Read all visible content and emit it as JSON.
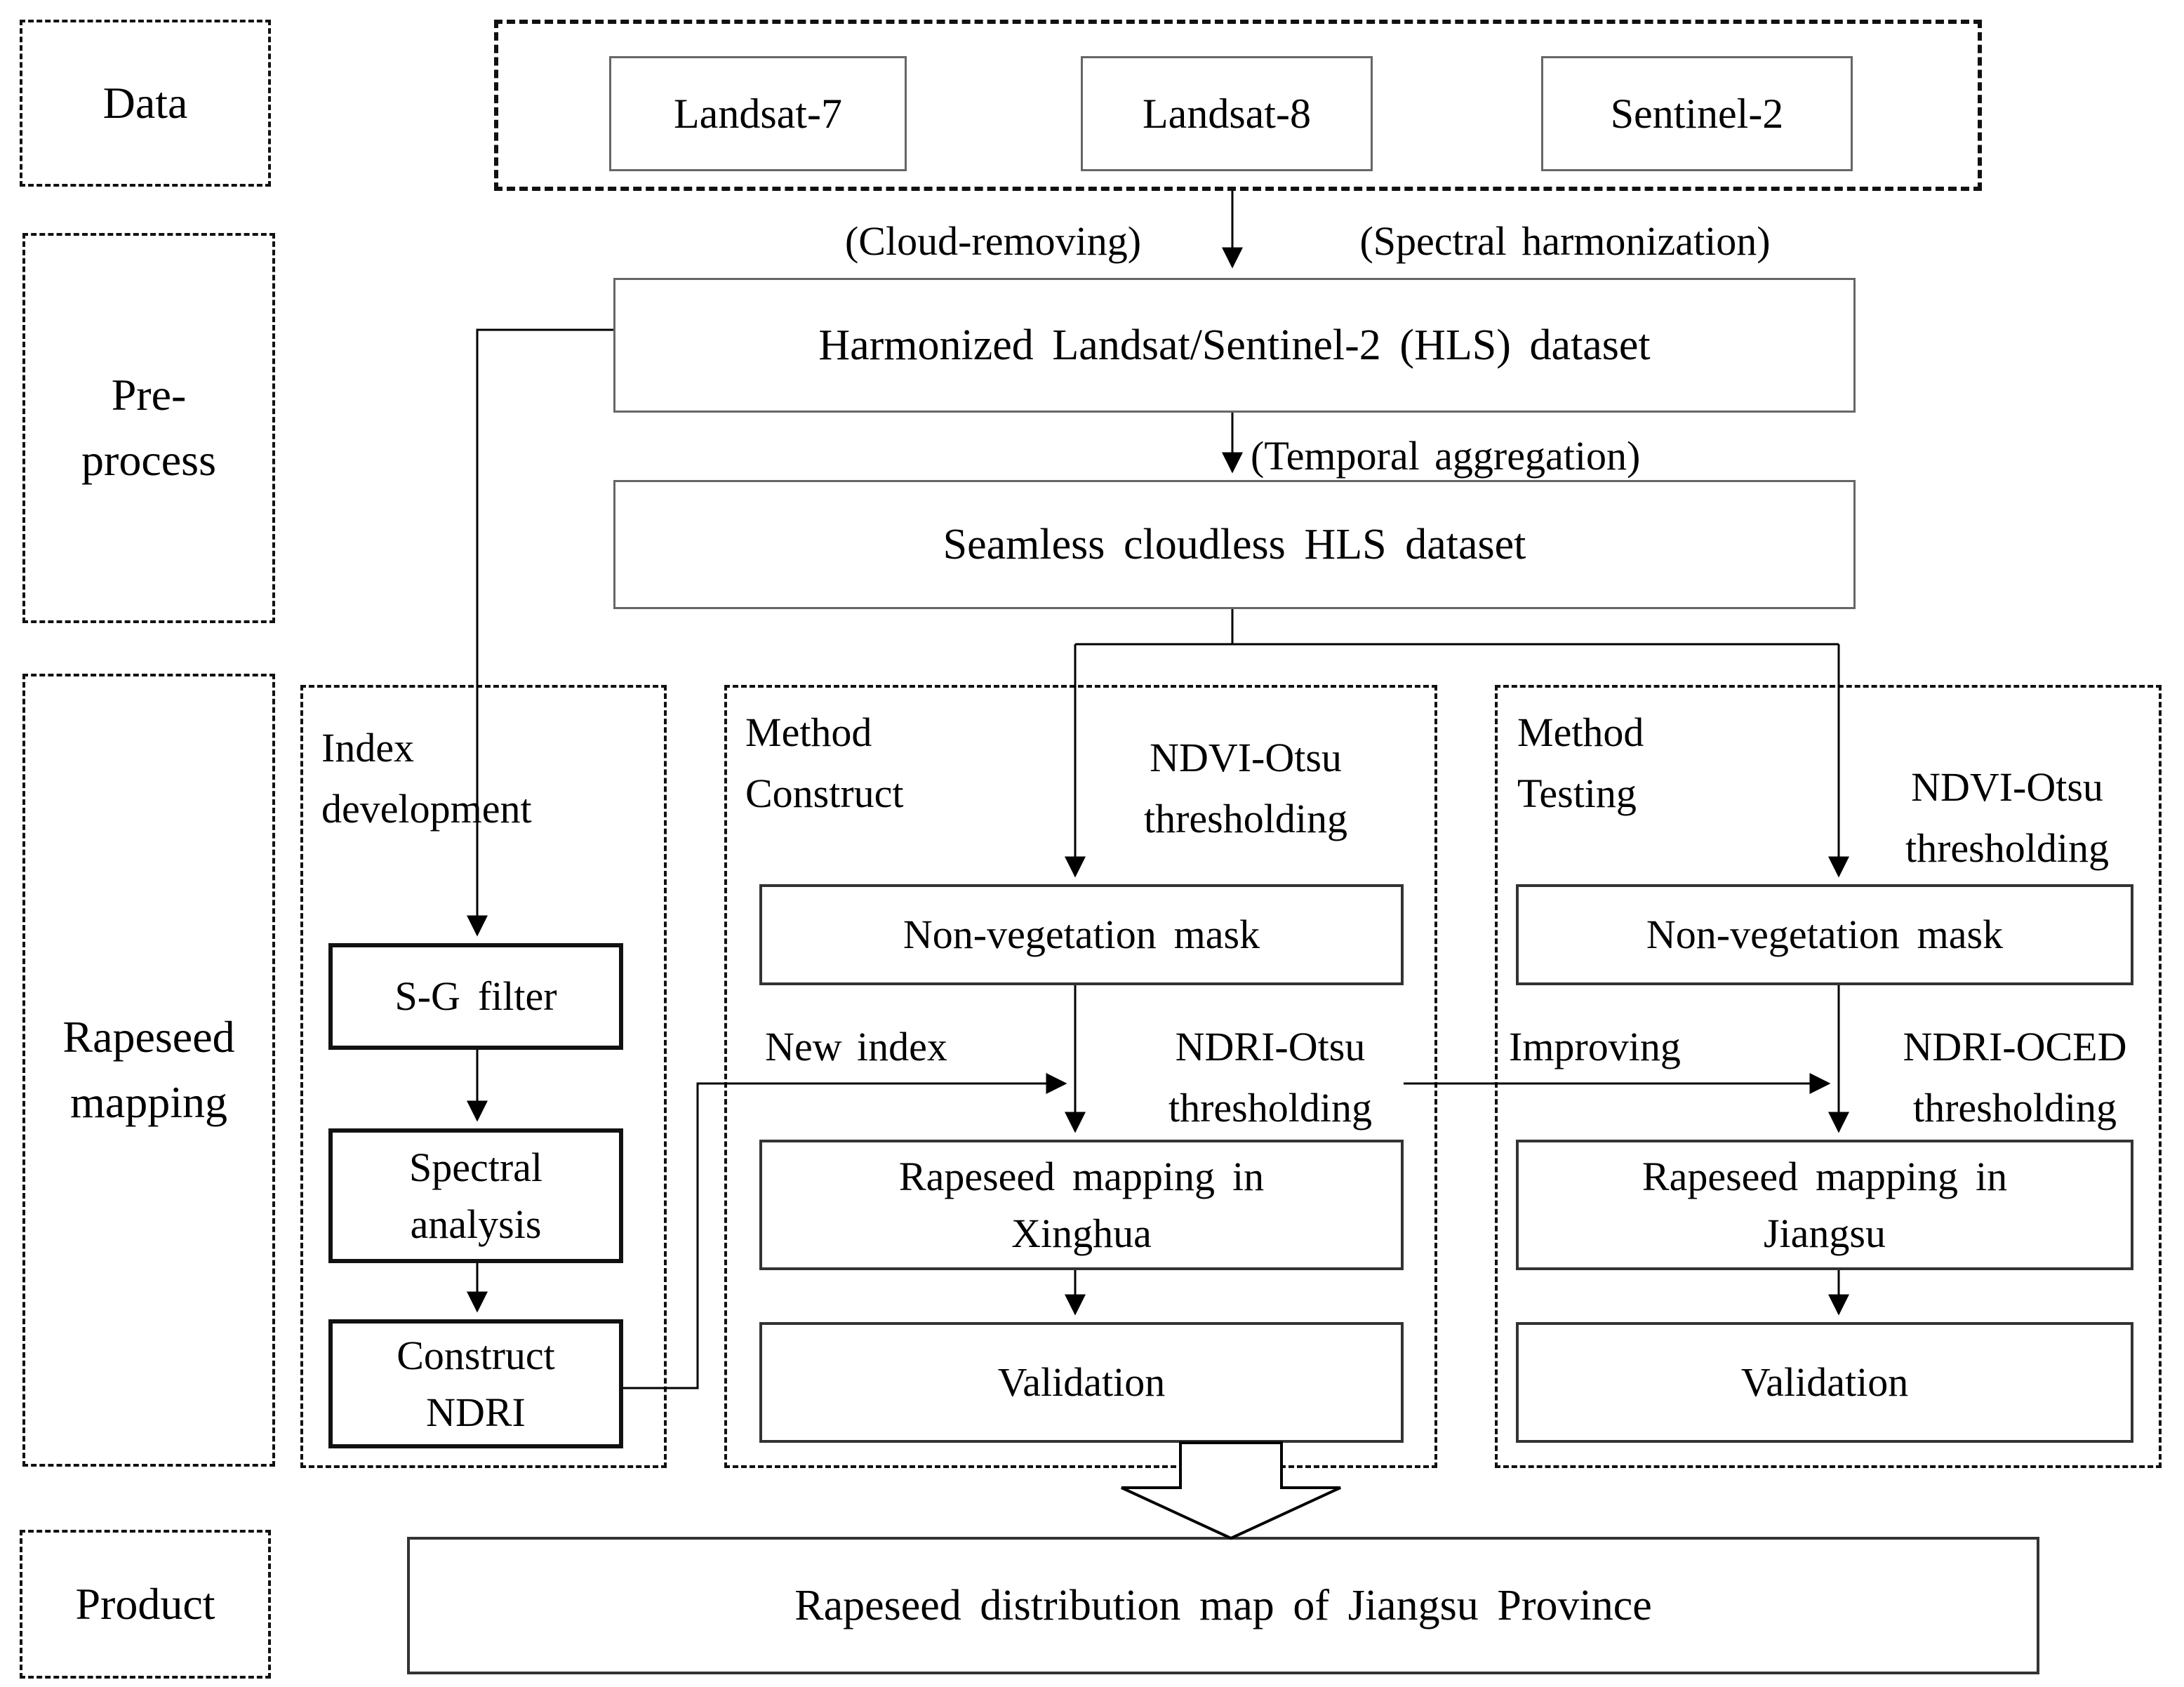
{
  "sidebar_categories": {
    "data": "Data",
    "preprocess": "Pre-\nprocess",
    "rapeseed_mapping": "Rapeseed\nmapping",
    "product": "Product"
  },
  "data_sources": {
    "landsat7": "Landsat-7",
    "landsat8": "Landsat-8",
    "sentinel2": "Sentinel-2"
  },
  "preprocess": {
    "cloud_removing_label": "(Cloud-removing)",
    "spectral_harmonization_label": "(Spectral harmonization)",
    "hls_box": "Harmonized Landsat/Sentinel-2 (HLS) dataset",
    "temporal_aggregation_label": "(Temporal aggregation)",
    "seamless_box": "Seamless cloudless HLS dataset"
  },
  "index_development": {
    "title": "Index\ndevelopment",
    "sg_filter_box": "S-G filter",
    "spectral_analysis_box": "Spectral\nanalysis",
    "construct_ndri_box": "Construct\nNDRI",
    "new_index_label": "New index"
  },
  "method_construct": {
    "title": "Method\nConstruct",
    "ndvi_otsu_label": "NDVI-Otsu\nthresholding",
    "non_vegetation_mask_box": "Non-vegetation mask",
    "ndri_otsu_label": "NDRI-Otsu\nthresholding",
    "rapeseed_mapping_box": "Rapeseed mapping in\nXinghua",
    "validation_box": "Validation"
  },
  "method_testing": {
    "title": "Method\nTesting",
    "ndvi_otsu_label": "NDVI-Otsu\nthresholding",
    "non_vegetation_mask_box": "Non-vegetation mask",
    "improving_label": "Improving",
    "ndri_oced_label": "NDRI-OCED\nthresholding",
    "rapeseed_mapping_box": "Rapeseed mapping in\nJiangsu",
    "validation_box": "Validation"
  },
  "product": {
    "map_box": "Rapeseed distribution map of Jiangsu Province"
  }
}
